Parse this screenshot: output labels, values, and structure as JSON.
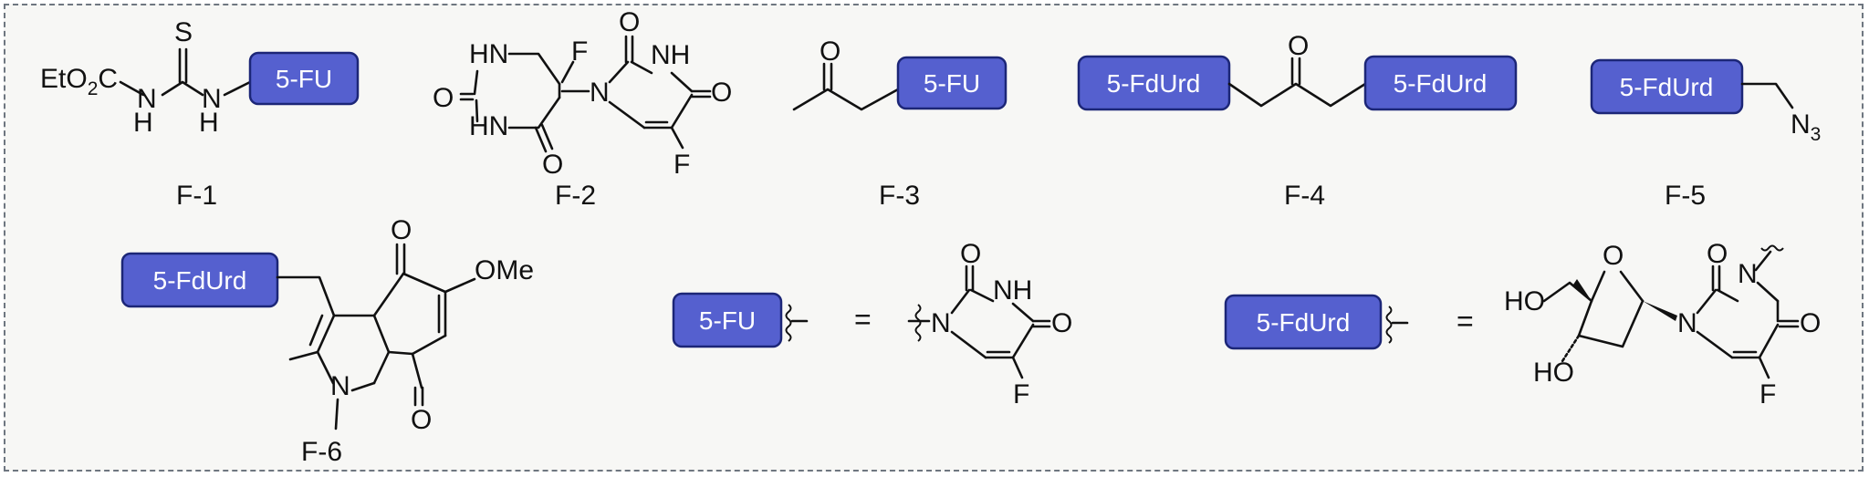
{
  "groups": {
    "fu": "5-FU",
    "fdurd": "5-FdUrd"
  },
  "compounds": {
    "f1": {
      "label": "F-1",
      "ester": "EtO",
      "ester_sub": "2",
      "ester_c": "C",
      "s": "S",
      "n": "N",
      "h": "H"
    },
    "f2": {
      "label": "F-2",
      "hn": "HN",
      "nh": "NH",
      "o": "O",
      "f": "F",
      "n": "N"
    },
    "f3": {
      "label": "F-3",
      "o": "O"
    },
    "f4": {
      "label": "F-4",
      "o": "O"
    },
    "f5": {
      "label": "F-5",
      "n": "N",
      "n_sub": "3"
    },
    "f6": {
      "label": "F-6",
      "o": "O",
      "ome": "OMe",
      "n": "N"
    }
  },
  "legend": {
    "equals": "=",
    "fu_struct": {
      "nh": "NH",
      "o": "O",
      "n": "N",
      "f": "F"
    },
    "fdurd_struct": {
      "ho": "HO",
      "o": "O",
      "n": "N",
      "f": "F"
    }
  },
  "colors": {
    "box_fill": "#5560cf",
    "box_stroke": "#1c2677",
    "panel_bg": "#f7f7f5",
    "border": "#6e7680"
  }
}
